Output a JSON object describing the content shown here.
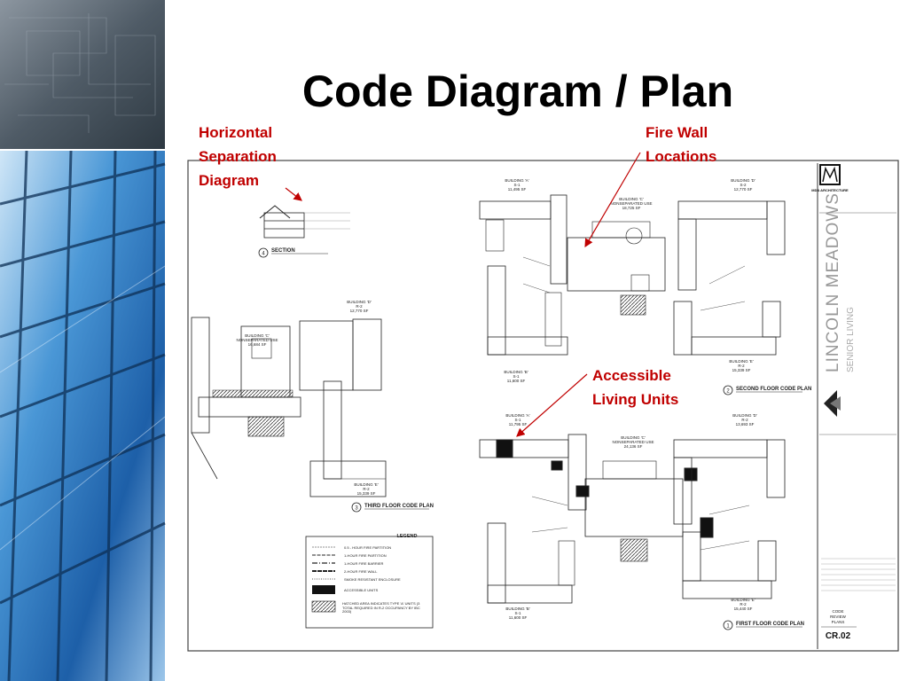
{
  "slide": {
    "title": "Code Diagram / Plan"
  },
  "callouts": {
    "horizontal_separation": [
      "Horizontal",
      "Separation",
      "Diagram"
    ],
    "fire_wall": [
      "Fire Wall",
      "Locations"
    ],
    "accessible_units": [
      "Accessible",
      "Living Units"
    ]
  },
  "sheet": {
    "firm": "MDA ARCHITECTURE",
    "project": "LINCOLN MEADOWS",
    "project_sub": "SENIOR LIVING",
    "sheet_title": [
      "CODE",
      "REVIEW",
      "PLANS"
    ],
    "sheet_number": "CR.02"
  },
  "views": {
    "section": {
      "number": "4",
      "title": "SECTION"
    },
    "third_floor": {
      "number": "3",
      "title": "THIRD FLOOR CODE PLAN"
    },
    "second_floor": {
      "number": "2",
      "title": "SECOND FLOOR CODE PLAN"
    },
    "first_floor": {
      "number": "1",
      "title": "FIRST FLOOR CODE PLAN"
    }
  },
  "building_labels": {
    "third": [
      {
        "name": "BUILDING 'D'",
        "group": "R-2",
        "area": "12,770 SF"
      },
      {
        "name": "BUILDING 'C'",
        "group": "NONSEPARATED USE",
        "area": "16,684 SF"
      },
      {
        "name": "BUILDING 'E'",
        "group": "R-2",
        "area": "15,339 SF"
      }
    ],
    "second": [
      {
        "name": "BUILDING 'A'",
        "group": "S-1",
        "area": "11,495 SF"
      },
      {
        "name": "BUILDING 'C'",
        "group": "NONSEPARATED USE",
        "area": "18,725 SF"
      },
      {
        "name": "BUILDING 'D'",
        "group": "S-2",
        "area": "12,770 SF"
      },
      {
        "name": "BUILDING 'B'",
        "group": "S-1",
        "area": "11,600 SF"
      },
      {
        "name": "BUILDING 'E'",
        "group": "R-2",
        "area": "15,339 SF"
      }
    ],
    "first": [
      {
        "name": "BUILDING 'A'",
        "group": "S-1",
        "area": "11,795 SF"
      },
      {
        "name": "BUILDING 'C'",
        "group": "NONSEPARATED USE",
        "area": "24,136 SF"
      },
      {
        "name": "BUILDING 'D'",
        "group": "R-2",
        "area": "13,693 SF"
      },
      {
        "name": "BUILDING 'B'",
        "group": "S-1",
        "area": "11,600 SF"
      },
      {
        "name": "BUILDING 'E'",
        "group": "R-2",
        "area": "15,440 SF"
      }
    ]
  },
  "legend": {
    "title": "LEGEND",
    "items": [
      "0.5 - HOUR FIRE PARTITION",
      "1-HOUR FIRE PARTITION",
      "1-HOUR FIRE BARRIER",
      "2-HOUR FIRE WALL",
      "SMOKE RESISTANT ENCLOSURE",
      "ACCESSIBLE UNITS",
      "HATCHED AREA INDICATES TYPE 'A' UNITS (3 TOTAL REQUIRED IN R-2 OCCUPANCY BY IBC 2003)"
    ]
  },
  "colors": {
    "title": "#000000",
    "callout": "#c00000",
    "ink": "#222222",
    "sidebar_dark": "#3a4a57",
    "glass": "#2f7fc4"
  }
}
